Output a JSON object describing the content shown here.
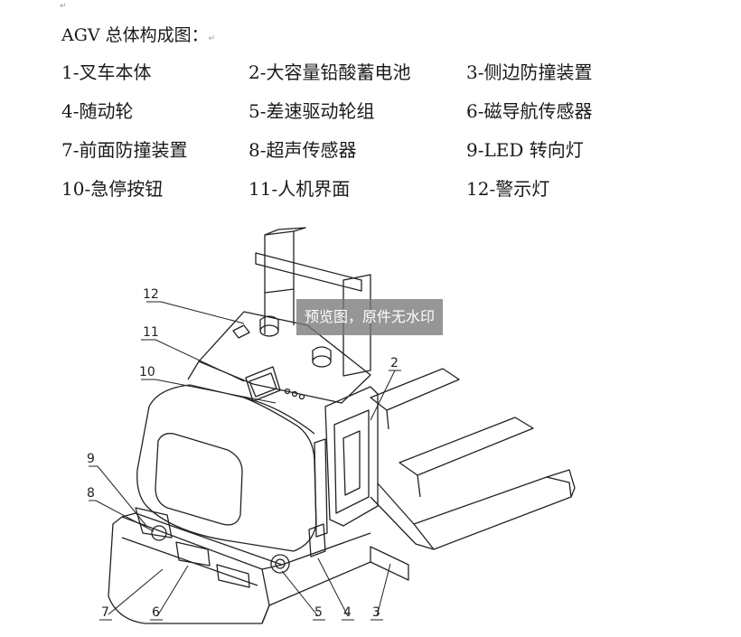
{
  "heading": "AGV 总体构成图：",
  "parts": [
    [
      "1-叉车本体",
      "2-大容量铅酸蓄电池",
      "3-侧边防撞装置"
    ],
    [
      "4-随动轮",
      "5-差速驱动轮组",
      "6-磁导航传感器"
    ],
    [
      "7-前面防撞装置",
      "8-超声传感器",
      "9-LED 转向灯"
    ],
    [
      "10-急停按钮",
      "11-人机界面",
      "12-警示灯"
    ]
  ],
  "figure": {
    "callouts": [
      "12",
      "11",
      "10",
      "9",
      "8",
      "7",
      "6",
      "5",
      "4",
      "3",
      "2"
    ]
  },
  "watermark": "预览图，原件无水印"
}
